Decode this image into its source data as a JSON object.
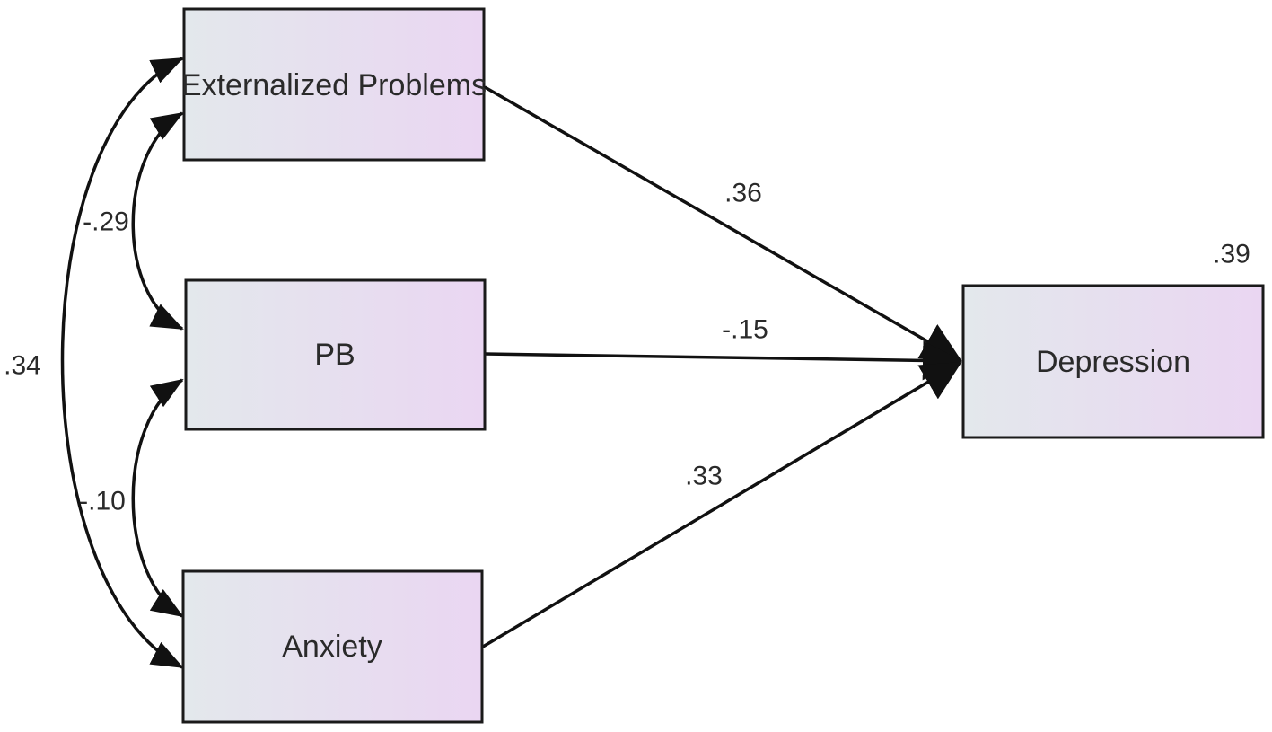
{
  "variables": {
    "externalized": "Externalized Problems",
    "pb": "PB",
    "anxiety": "Anxiety",
    "depression": "Depression"
  },
  "colors": {
    "box_left": "#e3e8ec",
    "box_right": "#ead6f2",
    "line": "#111111"
  },
  "paths": [
    {
      "from": "externalized",
      "to": "depression",
      "coefficient": ".36"
    },
    {
      "from": "pb",
      "to": "depression",
      "coefficient": "-.15"
    },
    {
      "from": "anxiety",
      "to": "depression",
      "coefficient": ".33"
    }
  ],
  "correlations": [
    {
      "between": [
        "externalized",
        "pb"
      ],
      "coefficient": "-.29"
    },
    {
      "between": [
        "pb",
        "anxiety"
      ],
      "coefficient": "-.10"
    },
    {
      "between": [
        "externalized",
        "anxiety"
      ],
      "coefficient": ".34"
    }
  ],
  "r_squared": {
    "variable": "depression",
    "value": ".39"
  }
}
